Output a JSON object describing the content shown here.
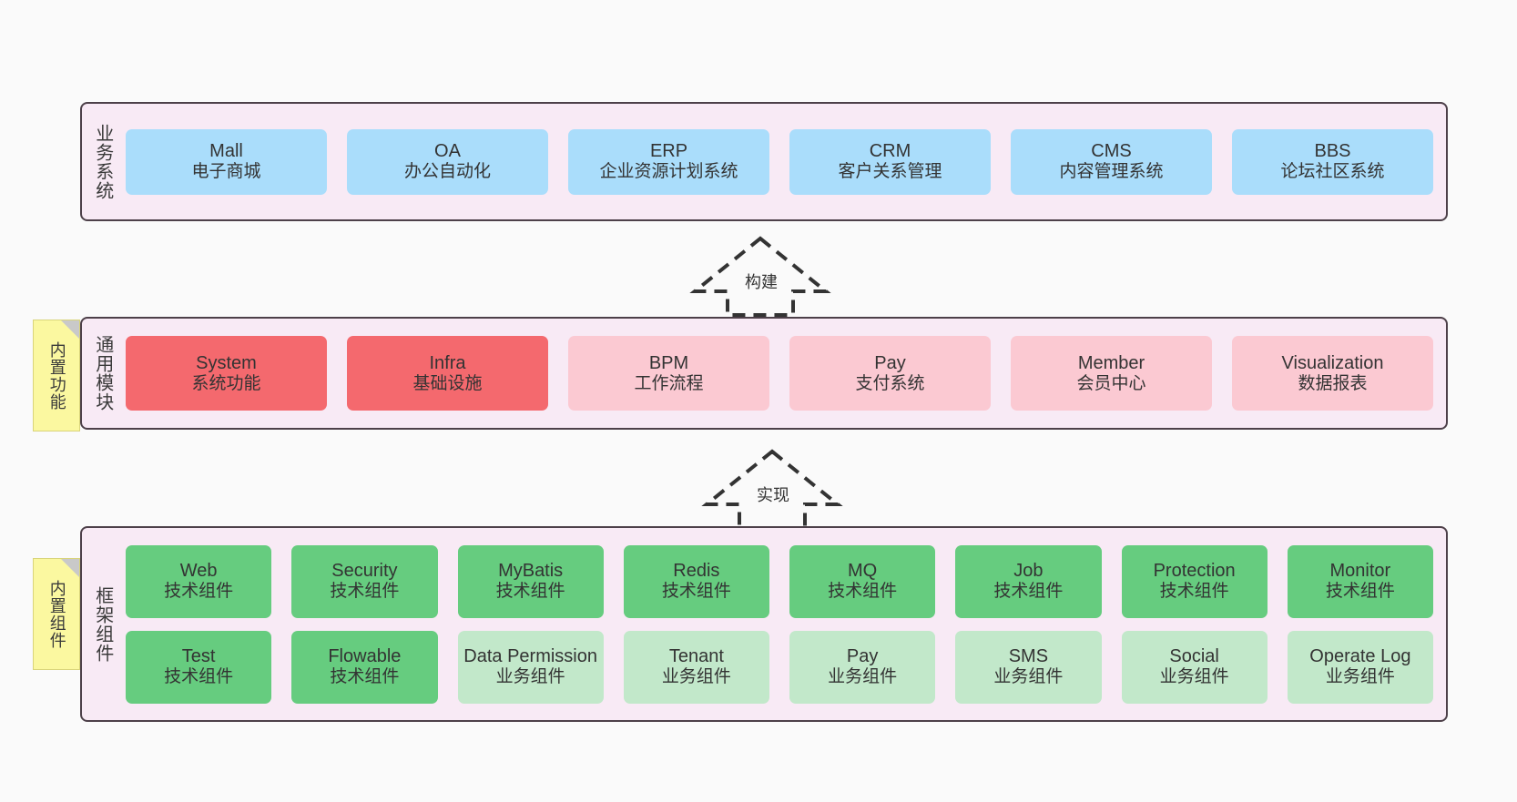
{
  "layers": [
    {
      "id": "business",
      "label": "业务系统",
      "rows": [
        {
          "cards": [
            {
              "title": "Mall",
              "subtitle": "电子商城",
              "color": "#aaddfb",
              "variant": "c-blue"
            },
            {
              "title": "OA",
              "subtitle": "办公自动化",
              "color": "#aaddfb",
              "variant": "c-blue"
            },
            {
              "title": "ERP",
              "subtitle": "企业资源计划系统",
              "color": "#aaddfb",
              "variant": "c-blue"
            },
            {
              "title": "CRM",
              "subtitle": "客户关系管理",
              "color": "#aaddfb",
              "variant": "c-blue"
            },
            {
              "title": "CMS",
              "subtitle": "内容管理系统",
              "color": "#aaddfb",
              "variant": "c-blue"
            },
            {
              "title": "BBS",
              "subtitle": "论坛社区系统",
              "color": "#aaddfb",
              "variant": "c-blue"
            }
          ]
        }
      ]
    },
    {
      "id": "modules",
      "label": "通用模块",
      "sticky": "内置功能",
      "rows": [
        {
          "cards": [
            {
              "title": "System",
              "subtitle": "系统功能",
              "color": "#f4696e",
              "variant": "c-red"
            },
            {
              "title": "Infra",
              "subtitle": "基础设施",
              "color": "#f4696e",
              "variant": "c-red"
            },
            {
              "title": "BPM",
              "subtitle": "工作流程",
              "color": "#fbc9d2",
              "variant": "c-pink"
            },
            {
              "title": "Pay",
              "subtitle": "支付系统",
              "color": "#fbc9d2",
              "variant": "c-pink"
            },
            {
              "title": "Member",
              "subtitle": "会员中心",
              "color": "#fbc9d2",
              "variant": "c-pink"
            },
            {
              "title": "Visualization",
              "subtitle": "数据报表",
              "color": "#fbc9d2",
              "variant": "c-pink"
            }
          ]
        }
      ]
    },
    {
      "id": "framework",
      "label": "框架组件",
      "sticky": "内置组件",
      "rows": [
        {
          "cards": [
            {
              "title": "Web",
              "subtitle": "技术组件",
              "color": "#66cc7f",
              "variant": "c-green"
            },
            {
              "title": "Security",
              "subtitle": "技术组件",
              "color": "#66cc7f",
              "variant": "c-green"
            },
            {
              "title": "MyBatis",
              "subtitle": "技术组件",
              "color": "#66cc7f",
              "variant": "c-green"
            },
            {
              "title": "Redis",
              "subtitle": "技术组件",
              "color": "#66cc7f",
              "variant": "c-green"
            },
            {
              "title": "MQ",
              "subtitle": "技术组件",
              "color": "#66cc7f",
              "variant": "c-green"
            },
            {
              "title": "Job",
              "subtitle": "技术组件",
              "color": "#66cc7f",
              "variant": "c-green"
            },
            {
              "title": "Protection",
              "subtitle": "技术组件",
              "color": "#66cc7f",
              "variant": "c-green"
            },
            {
              "title": "Monitor",
              "subtitle": "技术组件",
              "color": "#66cc7f",
              "variant": "c-green"
            }
          ]
        },
        {
          "cards": [
            {
              "title": "Test",
              "subtitle": "技术组件",
              "color": "#66cc7f",
              "variant": "c-green"
            },
            {
              "title": "Flowable",
              "subtitle": "技术组件",
              "color": "#66cc7f",
              "variant": "c-green"
            },
            {
              "title": "Data Permission",
              "subtitle": "业务组件",
              "color": "#c2e8ca",
              "variant": "c-lgreen"
            },
            {
              "title": "Tenant",
              "subtitle": "业务组件",
              "color": "#c2e8ca",
              "variant": "c-lgreen"
            },
            {
              "title": "Pay",
              "subtitle": "业务组件",
              "color": "#c2e8ca",
              "variant": "c-lgreen"
            },
            {
              "title": "SMS",
              "subtitle": "业务组件",
              "color": "#c2e8ca",
              "variant": "c-lgreen"
            },
            {
              "title": "Social",
              "subtitle": "业务组件",
              "color": "#c2e8ca",
              "variant": "c-lgreen"
            },
            {
              "title": "Operate Log",
              "subtitle": "业务组件",
              "color": "#c2e8ca",
              "variant": "c-lgreen"
            }
          ]
        }
      ]
    }
  ],
  "arrows": [
    {
      "id": "build",
      "label": "构建"
    },
    {
      "id": "implement",
      "label": "实现"
    }
  ],
  "colors": {
    "background": "#fafafa",
    "layer_fill": "#f8eaf5",
    "layer_border": "#4d4049",
    "sticky_fill": "#fbf8a0",
    "sticky_fold": "#c9c9c9",
    "arrow_stroke": "#333333"
  }
}
